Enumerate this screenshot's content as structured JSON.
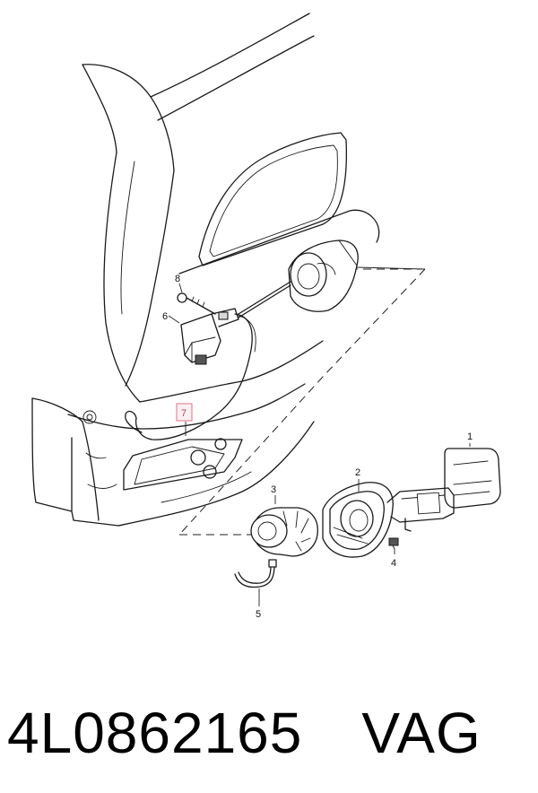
{
  "callouts": {
    "c1": "1",
    "c2": "2",
    "c3": "3",
    "c4": "4",
    "c5": "5",
    "c6": "6",
    "c7": "7",
    "c8": "8"
  },
  "caption": {
    "part_number": "4L0862165",
    "brand": "VAG"
  },
  "colors": {
    "highlight_border": "#e58a9b",
    "highlight_fill": "#fbeff1",
    "line": "#1a1a1a"
  }
}
